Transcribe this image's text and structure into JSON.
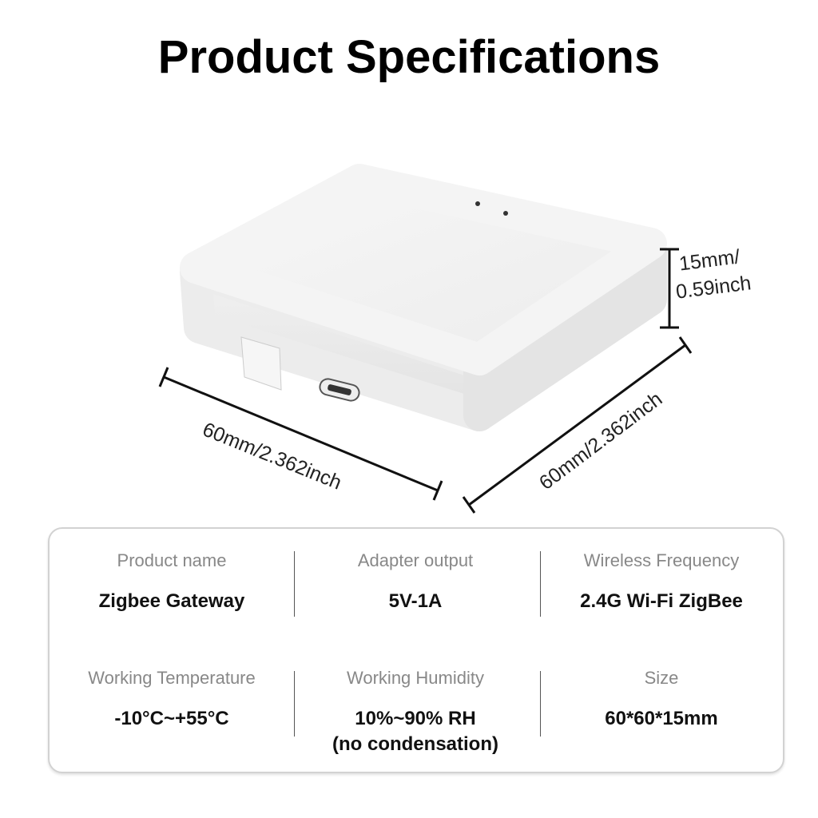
{
  "title": "Product Specifications",
  "dimensions": {
    "width": "60mm/2.362inch",
    "depth": "60mm/2.362inch",
    "height_line1": "15mm/",
    "height_line2": "0.59inch"
  },
  "specs": [
    {
      "label": "Product name",
      "value": "Zigbee Gateway"
    },
    {
      "label": "Adapter output",
      "value": "5V-1A"
    },
    {
      "label": "Wireless Frequency",
      "value": "2.4G Wi-Fi ZigBee"
    },
    {
      "label": "Working Temperature",
      "value": "-10°C~+55°C"
    },
    {
      "label": "Working Humidity",
      "value": "10%~90% RH",
      "value2": "(no condensation)"
    },
    {
      "label": "Size",
      "value": "60*60*15mm"
    }
  ]
}
